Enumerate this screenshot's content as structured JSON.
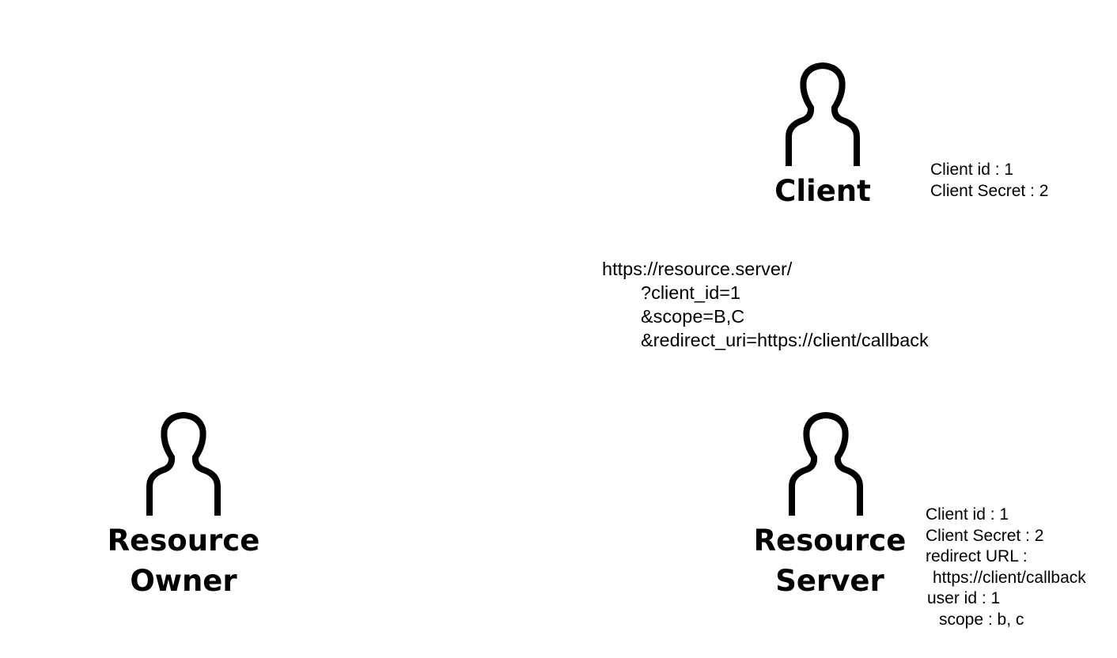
{
  "actors": {
    "client": {
      "label_lines": [
        "Client"
      ]
    },
    "resource_owner": {
      "label_lines": [
        "Resource",
        "Owner"
      ]
    },
    "resource_server": {
      "label_lines": [
        "Resource",
        "Server"
      ]
    }
  },
  "client_note": {
    "lines": [
      "Client id : 1",
      "Client Secret : 2"
    ]
  },
  "authorization_request": {
    "lines": [
      "https://resource.server/",
      "?client_id=1",
      "&scope=B,C",
      "&redirect_uri=https://client/callback"
    ]
  },
  "server_note": {
    "lines": [
      "Client id : 1",
      "Client Secret : 2",
      "redirect URL :",
      "https://client/callback",
      "user id : 1",
      "scope : b, c"
    ]
  },
  "icons": {
    "client": "person-icon",
    "resource_owner": "person-icon",
    "resource_server": "person-icon"
  },
  "colors": {
    "foreground": "#000000",
    "background": "#ffffff"
  }
}
